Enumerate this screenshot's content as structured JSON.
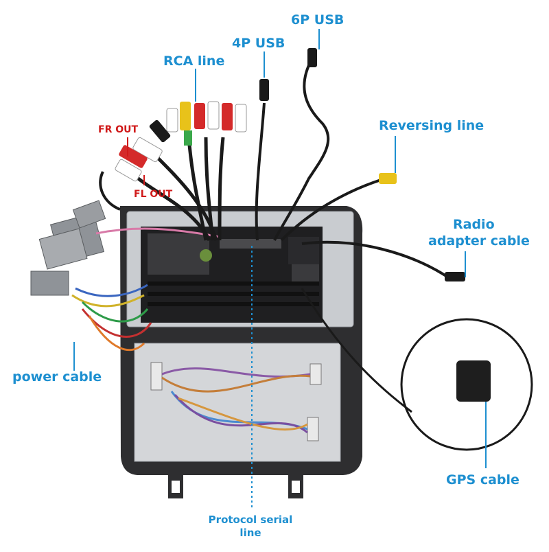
{
  "labels": {
    "usb6p": "6P USB",
    "usb4p": "4P USB",
    "rca": "RCA line",
    "fr_out": "FR OUT",
    "fl_out": "FL OUT",
    "reversing": "Reversing line",
    "radio_line1": "Radio",
    "radio_line2": "adapter cable",
    "power": "power cable",
    "gps": "GPS cable",
    "protocol_line1": "Protocol serial",
    "protocol_line2": "line"
  },
  "colors": {
    "label_blue": "#1d8fd0",
    "label_red": "#d01a1a",
    "frame_dark": "#2e2e30",
    "panel_silver": "#c9ccd0",
    "cable_black": "#1a1a1a"
  }
}
